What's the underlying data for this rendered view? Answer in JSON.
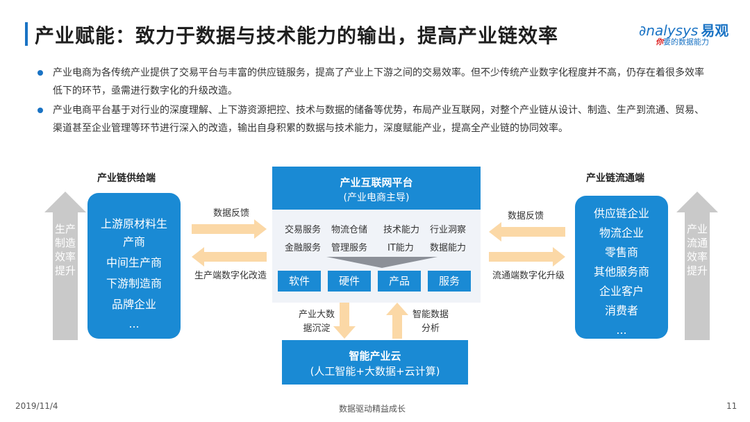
{
  "header": {
    "title": "产业赋能：致力于数据与技术能力的输出，提高产业链效率",
    "logo_main": "nalysys",
    "logo_cn": "易观",
    "logo_sub_red": "你",
    "logo_sub": "要的数据能力"
  },
  "bullets": [
    "产业电商为各传统产业提供了交易平台与丰富的供应链服务，提高了产业上下游之间的交易效率。但不少传统产业数字化程度并不高，仍存在着很多效率低下的环节，亟需进行数字化的升级改造。",
    "产业电商平台基于对行业的深度理解、上下游资源把控、技术与数据的储备等优势，布局产业互联网，对整个产业链从设计、制造、生产到流通、贸易、渠道甚至企业管理等环节进行深入的改造，输出自身积累的数据与技术能力，深度赋能产业，提高全产业链的协同效率。"
  ],
  "supply": {
    "header": "产业链供给端",
    "items": [
      "上游原材料生产商",
      "中间生产商",
      "下游制造商",
      "品牌企业",
      "..."
    ],
    "side_label": "生产制造效率提升"
  },
  "circulation": {
    "header": "产业链流通端",
    "items": [
      "供应链企业",
      "物流企业",
      "零售商",
      "其他服务商",
      "企业客户",
      "消费者",
      "..."
    ],
    "side_label": "产业流通效率提升"
  },
  "platform": {
    "title": "产业互联网平台",
    "subtitle": "(产业电商主导)",
    "services": [
      "交易服务",
      "物流仓储",
      "技术能力",
      "行业洞察",
      "金融服务",
      "管理服务",
      "IT能力",
      "数据能力"
    ],
    "tiles": [
      "软件",
      "硬件",
      "产品",
      "服务"
    ]
  },
  "arrows": {
    "left_top": "数据反馈",
    "left_bottom": "生产端数字化改造",
    "right_top": "数据反馈",
    "right_bottom": "流通端数字化升级",
    "down": "产业大数据沉淀",
    "up": "智能数据分析"
  },
  "cloud": {
    "title": "智能产业云",
    "subtitle": "(人工智能+大数据+云计算)"
  },
  "footer": {
    "date": "2019/11/4",
    "center": "数据驱动精益成长",
    "page": "11"
  },
  "colors": {
    "primary_blue": "#1a8ad4",
    "arrow_orange": "#fbd8a6",
    "arrow_gray": "#c9c9c9"
  }
}
